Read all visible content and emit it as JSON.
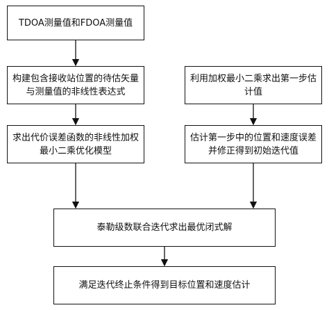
{
  "nodes": {
    "n1": "TDOA测量值和FDOA测量值",
    "n2": "构建包含接收站位置的待估矢量与测量值的非线性表达式",
    "n3": "求出代价误差函数的非线性加权最小二乘优化模型",
    "n4": "利用加权最小二乘求出第一步估计值",
    "n5": "估计第一步中的位置和速度误差并修正得到初始迭代值",
    "n6": "泰勒级数联合迭代求出最优闭式解",
    "n7": "满足迭代终止条件得到目标位置和速度估计"
  }
}
